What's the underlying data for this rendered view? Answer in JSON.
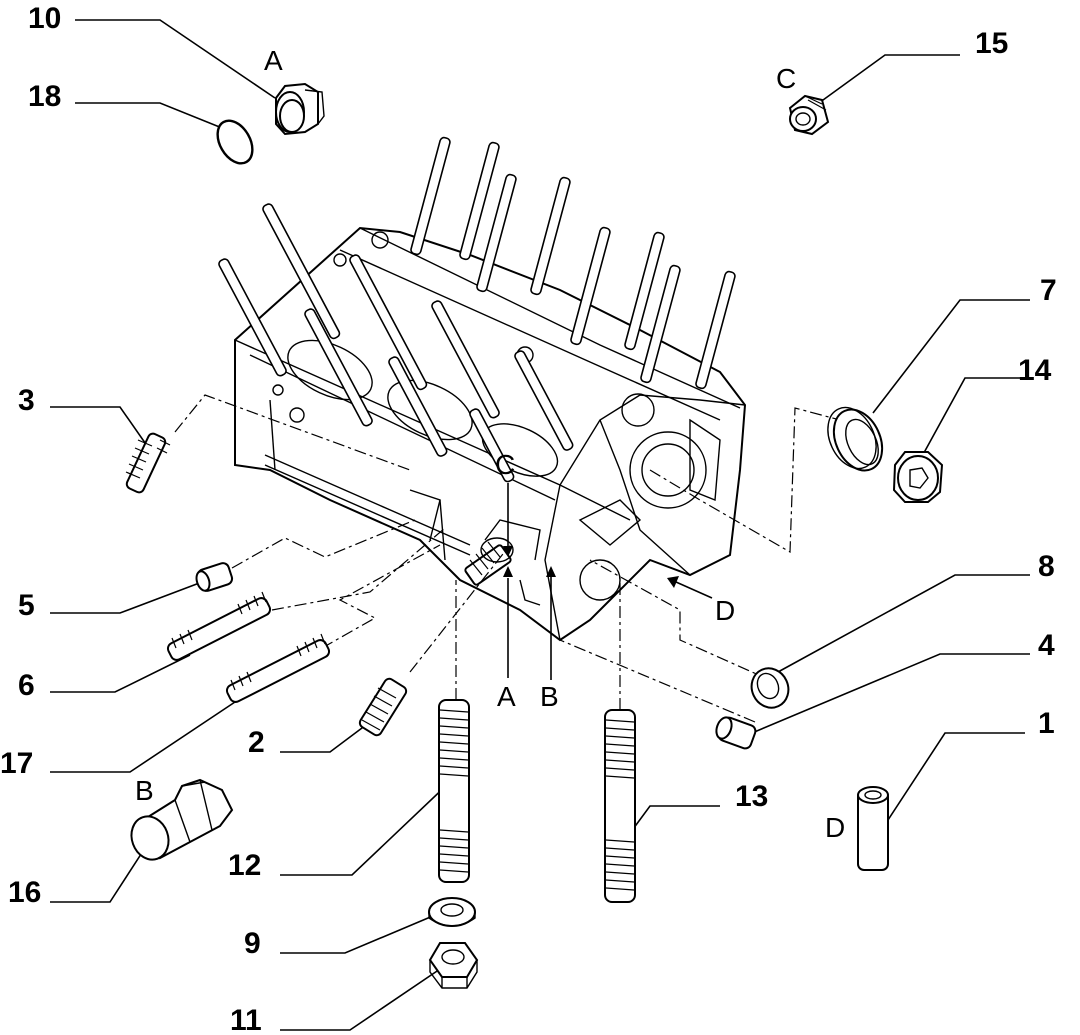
{
  "callouts": {
    "n1": "1",
    "n2": "2",
    "n3": "3",
    "n4": "4",
    "n5": "5",
    "n6": "6",
    "n7": "7",
    "n8": "8",
    "n9": "9",
    "n10": "10",
    "n11": "11",
    "n12": "12",
    "n13": "13",
    "n14": "14",
    "n15": "15",
    "n16": "16",
    "n17": "17",
    "n18": "18"
  },
  "letters": {
    "a_top": "A",
    "c_top": "C",
    "b_left": "B",
    "d_right": "D",
    "c_center": "C",
    "a_center": "A",
    "b_center": "B",
    "d_center": "D"
  }
}
